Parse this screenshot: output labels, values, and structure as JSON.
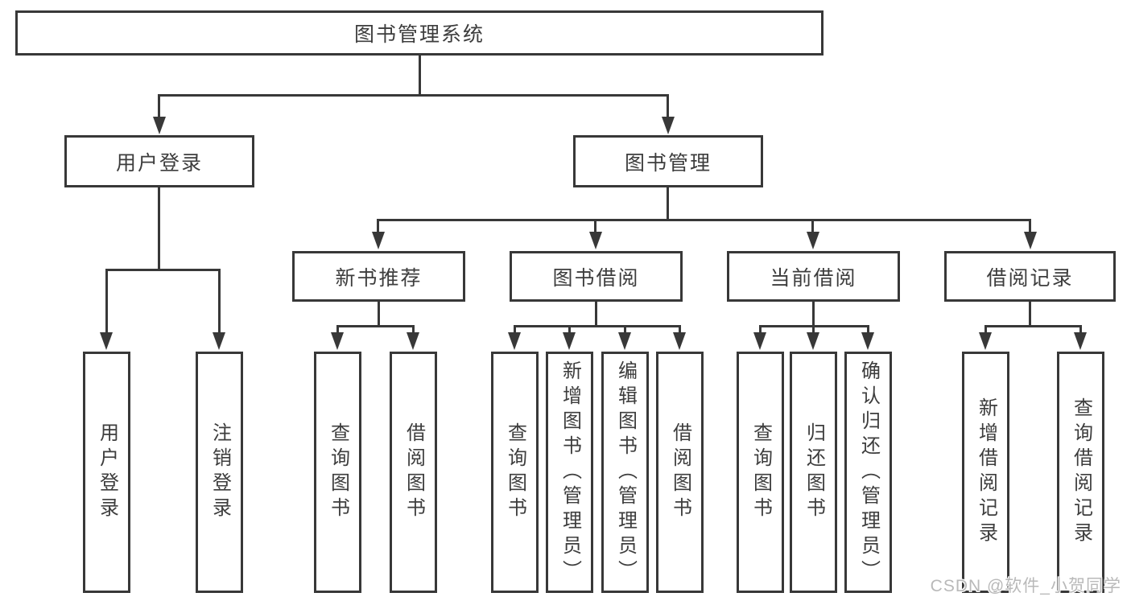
{
  "tree": {
    "root": {
      "label": "图书管理系统",
      "children": [
        {
          "label": "用户登录",
          "children": [
            {
              "label": "用户登录"
            },
            {
              "label": "注销登录"
            }
          ]
        },
        {
          "label": "图书管理",
          "children": [
            {
              "label": "新书推荐",
              "children": [
                {
                  "label": "查询图书"
                },
                {
                  "label": "借阅图书"
                }
              ]
            },
            {
              "label": "图书借阅",
              "children": [
                {
                  "label": "查询图书"
                },
                {
                  "label": "新增图书（管理员）"
                },
                {
                  "label": "编辑图书（管理员）"
                },
                {
                  "label": "借阅图书"
                }
              ]
            },
            {
              "label": "当前借阅",
              "children": [
                {
                  "label": "查询图书"
                },
                {
                  "label": "归还图书"
                },
                {
                  "label": "确认归还（管理员）"
                }
              ]
            },
            {
              "label": "借阅记录",
              "children": [
                {
                  "label": "新增借阅记录"
                },
                {
                  "label": "查询借阅记录"
                }
              ]
            }
          ]
        }
      ]
    }
  },
  "watermark": {
    "text": "CSDN @软件_小贺同学"
  },
  "colors": {
    "line": "#383838",
    "box_border": "#383838",
    "text": "#3d3d3d",
    "watermark": "#b9b9b9",
    "background": "#ffffff"
  }
}
